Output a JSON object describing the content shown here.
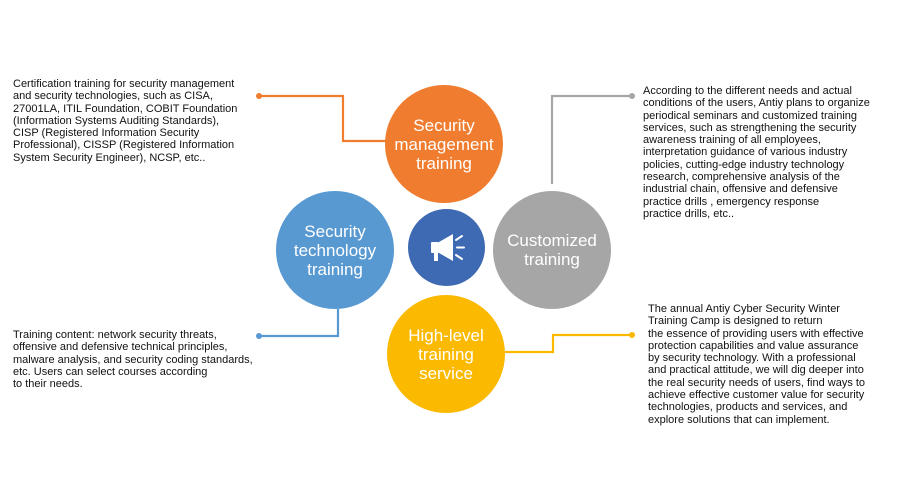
{
  "diagram": {
    "center_icon": "megaphone-icon",
    "nodes": {
      "management": {
        "label": "Security\nmanagement\ntraining",
        "color": "#f07d2f",
        "description": "Certification training for security management\nand security technologies, such as CISA,\n27001LA, ITIL Foundation, COBIT Foundation\n(Information Systems Auditing Standards),\nCISP (Registered Information Security\nProfessional), CISSP (Registered Information\nSystem Security Engineer), NCSP, etc.."
      },
      "technology": {
        "label": "Security\ntechnology\ntraining",
        "color": "#5899d2",
        "description": "Training content: network security threats,\noffensive and defensive technical principles,\nmalware analysis, and security coding standards,\netc. Users can select courses according\nto their needs."
      },
      "customized": {
        "label": "Customized\ntraining",
        "color": "#a6a6a6",
        "description": "According to the different needs and actual\nconditions of the users, Antiy plans to organize\nperiodical seminars and customized training\nservices, such as strengthening the security\nawareness training of all employees,\n interpretation guidance of various industry\npolicies, cutting-edge industry technology\nresearch, comprehensive analysis of the\nindustrial chain, offensive and defensive\npractice drills , emergency response\n practice drills, etc.."
      },
      "highlevel": {
        "label": "High-level\ntraining\nservice",
        "color": "#fbb900",
        "description": "The annual Antiy Cyber Security Winter\nTraining Camp is designed to return\nthe essence of providing users with effective\n protection capabilities and value assurance\nby security technology. With a professional\nand practical attitude, we will dig deeper into\nthe real security needs of users, find ways to\nachieve effective customer value for security\ntechnologies, products and services, and\nexplore solutions that can implement."
      }
    },
    "center_color": "#3e6ab3"
  }
}
